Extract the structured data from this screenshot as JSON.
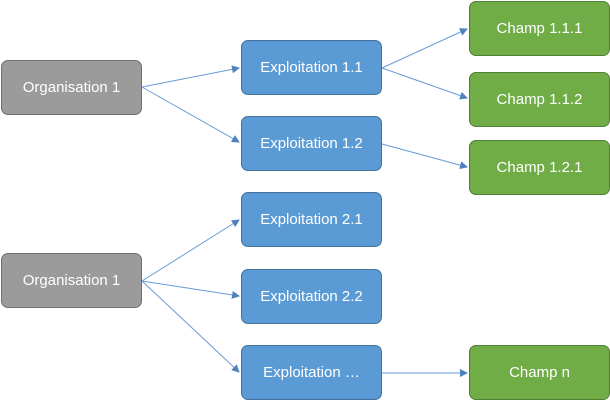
{
  "colors": {
    "organisation": "#9b9b9b",
    "exploitation": "#5b9bd5",
    "champ": "#70ad47",
    "connector": "#5b8fd0"
  },
  "groups": [
    {
      "organisation": "Organisation 1",
      "exploitations": [
        {
          "label": "Exploitation 1.1",
          "champs": [
            "Champ 1.1.1",
            "Champ 1.1.2"
          ]
        },
        {
          "label": "Exploitation 1.2",
          "champs": [
            "Champ 1.2.1"
          ]
        }
      ]
    },
    {
      "organisation": "Organisation 1",
      "exploitations": [
        {
          "label": "Exploitation 2.1",
          "champs": []
        },
        {
          "label": "Exploitation 2.2",
          "champs": []
        },
        {
          "label": "Exploitation …",
          "champs": [
            "Champ n"
          ]
        }
      ]
    }
  ]
}
